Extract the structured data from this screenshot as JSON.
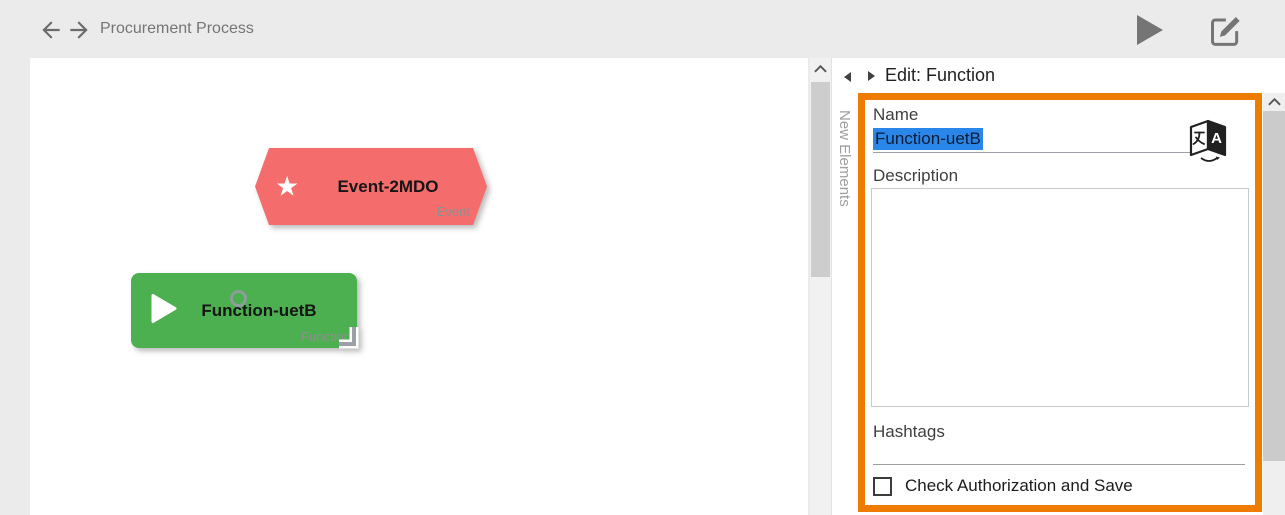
{
  "titlebar": {
    "title": "Procurement Process"
  },
  "canvas": {
    "nodes": [
      {
        "kind": "event",
        "label": "Event-2MDO",
        "type_label": "Event",
        "color": "#f56c6c"
      },
      {
        "kind": "function",
        "label": "Function-uetB",
        "type_label": "Function",
        "color": "#4caf50"
      }
    ]
  },
  "elements_tab": {
    "label": "New Elements"
  },
  "edit_panel": {
    "header": "Edit: Function",
    "name": {
      "label": "Name",
      "value": "Function-uetB"
    },
    "description": {
      "label": "Description",
      "value": ""
    },
    "hashtags": {
      "label": "Hashtags",
      "value": ""
    },
    "authorization": {
      "label": "Check Authorization and Save",
      "checked": false
    },
    "highlight_border_color": "#ee7c00",
    "selection_color": "#2a86e8"
  }
}
